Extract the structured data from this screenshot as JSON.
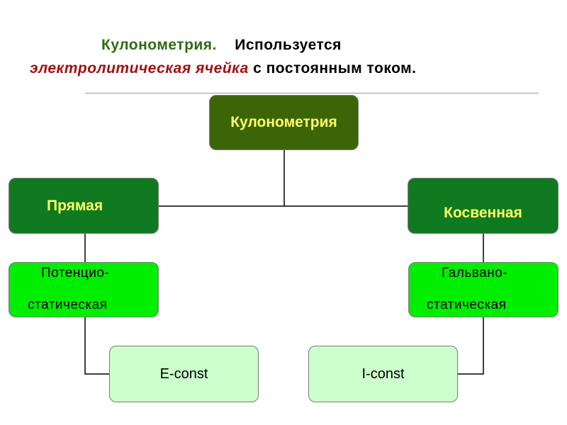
{
  "title": {
    "line1_part1": "Кулонометрия.",
    "line1_part2": "Используется",
    "line2_part1": "электролитическая ячейка",
    "line2_part2": "с постоянным током."
  },
  "diagram": {
    "root": "Кулонометрия",
    "left_branch": {
      "label": "Прямая",
      "method_line1": "Потенцио-",
      "method_line2": "статическая",
      "condition": "E-const"
    },
    "right_branch": {
      "label": "Косвенная",
      "method_line1": "Гальвано-",
      "method_line2": "статическая",
      "condition": "I-const"
    }
  },
  "colors": {
    "title_green": "#2e6b10",
    "title_red": "#a01010",
    "root_fill": "#3c6508",
    "branch_fill": "#0f7a20",
    "method_fill": "#00ee00",
    "condition_fill": "#ccffcc",
    "box_text_yellow": "#ffff66"
  }
}
